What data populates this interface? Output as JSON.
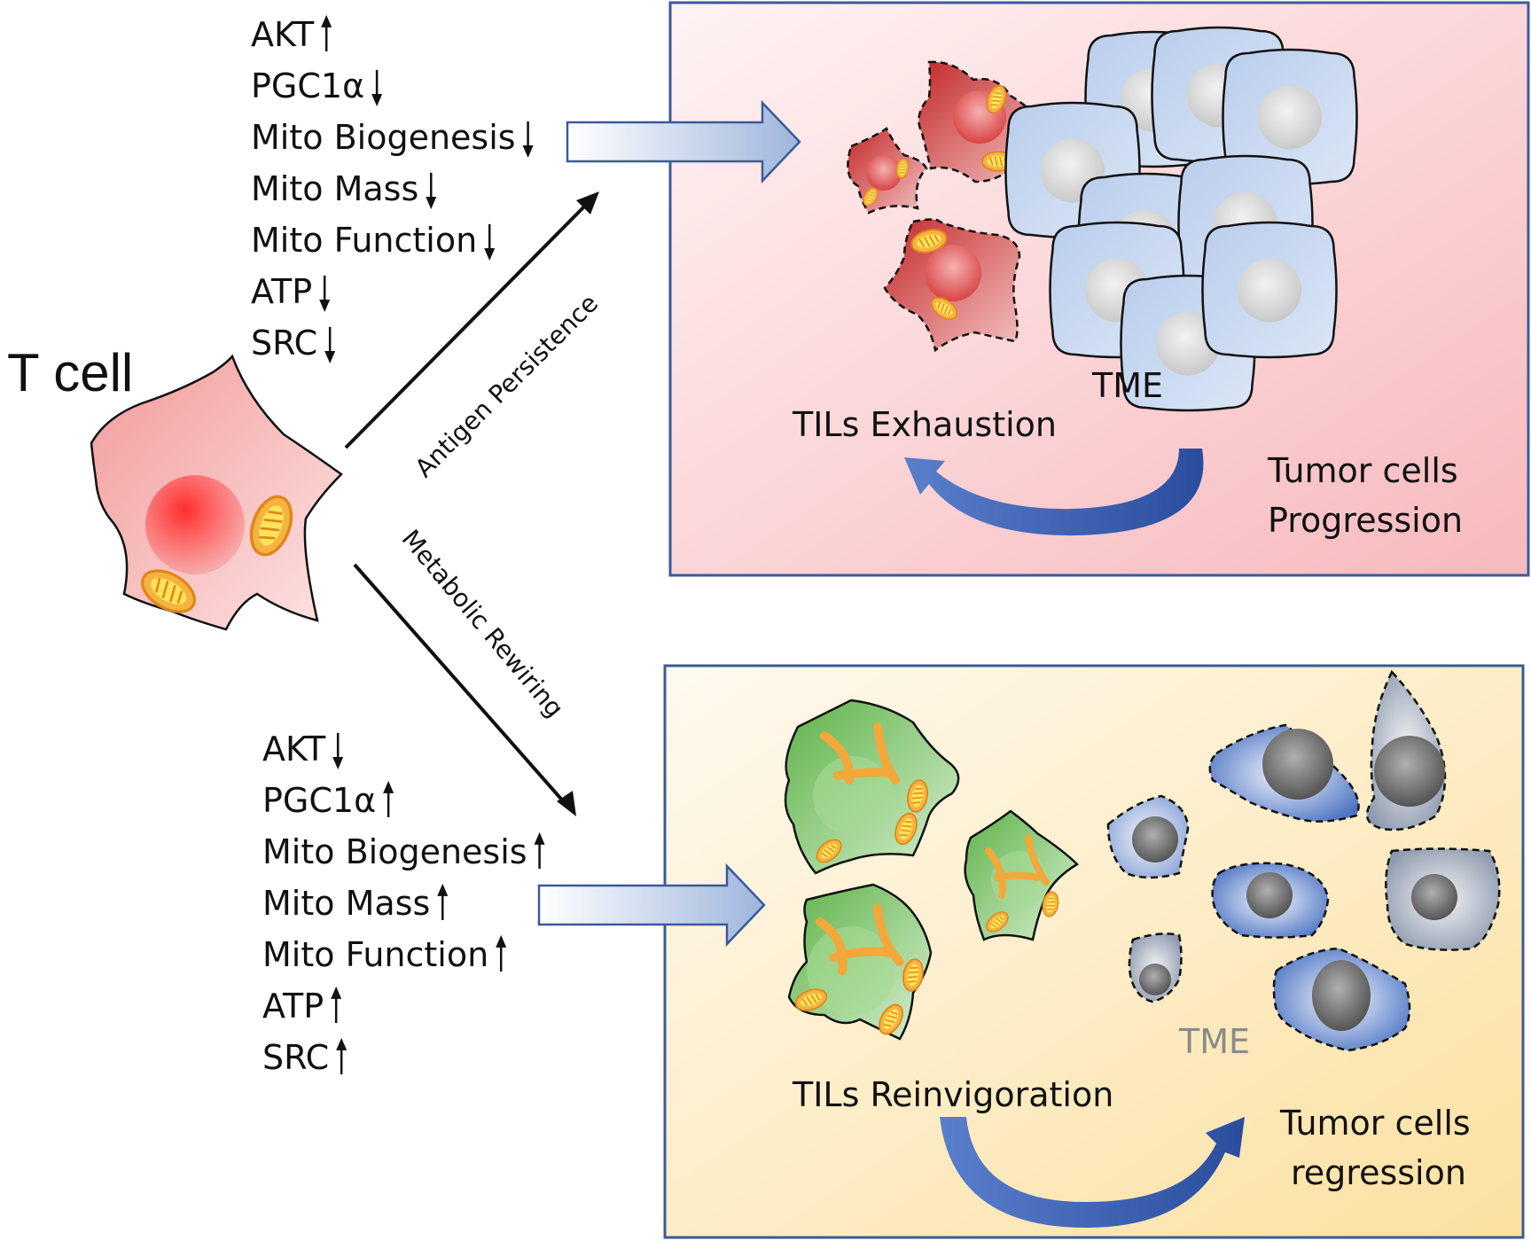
{
  "colors": {
    "top_panel_border": "#3a5a9a",
    "bottom_panel_border": "#3a5a9a",
    "exhausted_cell": "#d13c3c",
    "healthy_cell": "#6fbf5a",
    "tumor_cell": "#a9c1e4",
    "mitochondria": "#f0a030",
    "curved_arrow": "#3b5fb0"
  },
  "t_cell": {
    "label": "T cell"
  },
  "branch_up": {
    "label": "Antigen Persistence"
  },
  "branch_down": {
    "label": "Metabolic Rewiring"
  },
  "markers_exhausted": [
    {
      "text": "AKT",
      "arrow": "up"
    },
    {
      "text": "PGC1α",
      "arrow": "down"
    },
    {
      "text": "Mito Biogenesis",
      "arrow": "down"
    },
    {
      "text": "Mito Mass",
      "arrow": "down"
    },
    {
      "text": "Mito Function",
      "arrow": "down"
    },
    {
      "text": "ATP",
      "arrow": "down"
    },
    {
      "text": "SRC",
      "arrow": "down"
    }
  ],
  "markers_rewired": [
    {
      "text": "AKT",
      "arrow": "down"
    },
    {
      "text": "PGC1α",
      "arrow": "up"
    },
    {
      "text": "Mito Biogenesis",
      "arrow": "up"
    },
    {
      "text": "Mito Mass",
      "arrow": "up"
    },
    {
      "text": "Mito Function",
      "arrow": "up"
    },
    {
      "text": "ATP",
      "arrow": "up"
    },
    {
      "text": "SRC",
      "arrow": "up"
    }
  ],
  "panel_top": {
    "tme_label": "TME",
    "til_label": "TILs Exhaustion",
    "tumor_label_1": "Tumor cells",
    "tumor_label_2": "Progression"
  },
  "panel_bottom": {
    "tme_label": "TME",
    "til_label": "TILs Reinvigoration",
    "tumor_label_1": "Tumor cells",
    "tumor_label_2": "regression"
  }
}
